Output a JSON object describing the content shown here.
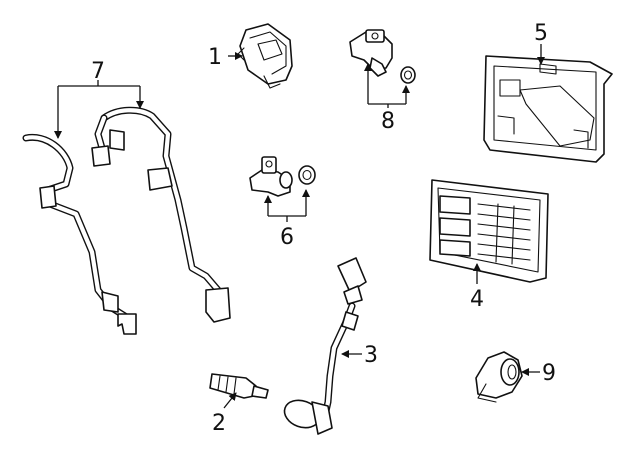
{
  "callouts": [
    {
      "label": "1"
    },
    {
      "label": "2"
    },
    {
      "label": "3"
    },
    {
      "label": "4"
    },
    {
      "label": "5"
    },
    {
      "label": "6"
    },
    {
      "label": "7"
    },
    {
      "label": "8"
    },
    {
      "label": "9"
    }
  ],
  "colors": {
    "line": "#111111",
    "background": "#ffffff"
  }
}
